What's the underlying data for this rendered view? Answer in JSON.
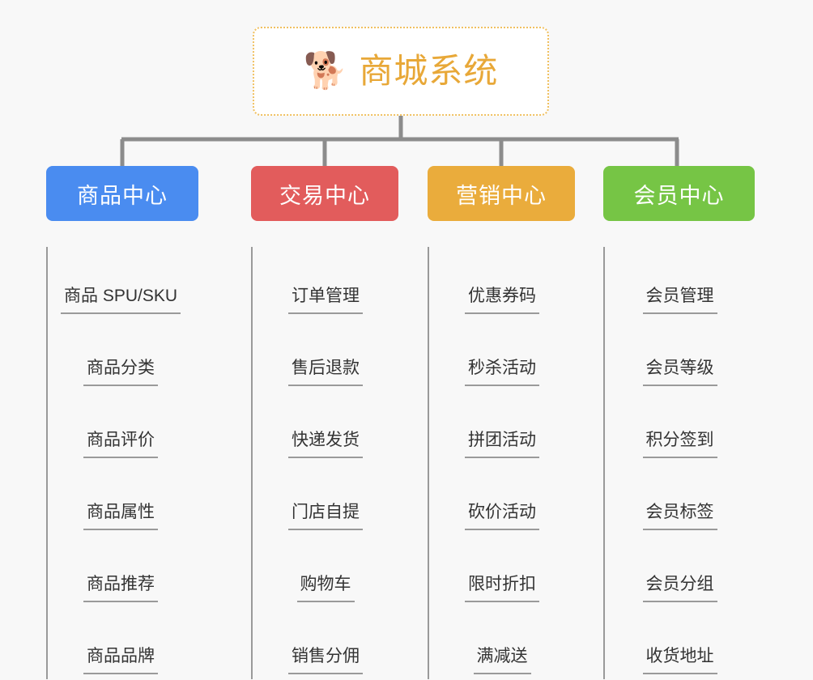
{
  "page": {
    "background_color": "#f8f8f8",
    "diagram_type": "org-tree"
  },
  "root": {
    "icon": "shiba-dog-face-icon",
    "emoji": "🐕",
    "title": "商城系统",
    "text_color": "#e8a838",
    "border_color": "#f0c060",
    "fill_color": "#ffffff"
  },
  "connector": {
    "color": "#8c8c8c"
  },
  "columns": [
    {
      "id": "product-center",
      "label": "商品中心",
      "color": "#4a8cf0",
      "items": [
        "商品 SPU/SKU",
        "商品分类",
        "商品评价",
        "商品属性",
        "商品推荐",
        "商品品牌"
      ]
    },
    {
      "id": "trade-center",
      "label": "交易中心",
      "color": "#e25c5c",
      "items": [
        "订单管理",
        "售后退款",
        "快递发货",
        "门店自提",
        "购物车",
        "销售分佣"
      ]
    },
    {
      "id": "marketing-center",
      "label": "营销中心",
      "color": "#eaac3c",
      "items": [
        "优惠券码",
        "秒杀活动",
        "拼团活动",
        "砍价活动",
        "限时折扣",
        "满减送"
      ]
    },
    {
      "id": "member-center",
      "label": "会员中心",
      "color": "#76c545",
      "items": [
        "会员管理",
        "会员等级",
        "积分签到",
        "会员标签",
        "会员分组",
        "收货地址"
      ]
    }
  ]
}
